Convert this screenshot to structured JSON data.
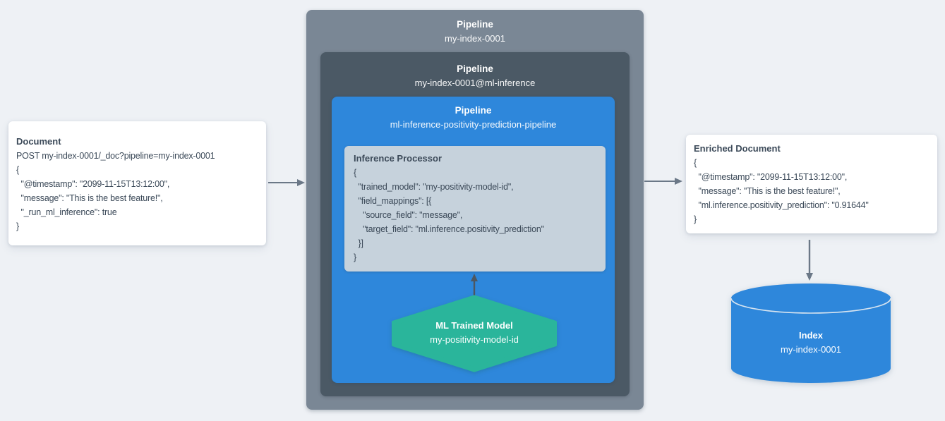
{
  "diagram": {
    "document_card": {
      "title": "Document",
      "lines": [
        "POST my-index-0001/_doc?pipeline=my-index-0001",
        "{",
        "  \"@timestamp\": \"2099-11-15T13:12:00\",",
        "  \"message\": \"This is the best feature!\",",
        "  \"_run_ml_inference\": true",
        "}"
      ]
    },
    "pipeline_outer": {
      "label": "Pipeline",
      "name": "my-index-0001"
    },
    "pipeline_middle": {
      "label": "Pipeline",
      "name": "my-index-0001@ml-inference"
    },
    "pipeline_inner": {
      "label": "Pipeline",
      "name": "ml-inference-positivity-prediction-pipeline"
    },
    "inference_processor": {
      "title": "Inference Processor",
      "lines": [
        "{",
        "  \"trained_model\": \"my-positivity-model-id\",",
        "  \"field_mappings\": [{",
        "    \"source_field\": \"message\",",
        "    \"target_field\": \"ml.inference.positivity_prediction\"",
        "  }]",
        "}"
      ]
    },
    "ml_model": {
      "title": "ML Trained Model",
      "name": "my-positivity-model-id"
    },
    "enriched_card": {
      "title": "Enriched Document",
      "lines": [
        "{",
        "  \"@timestamp\": \"2099-11-15T13:12:00\",",
        "  \"message\": \"This is the best feature!\",",
        "  \"ml.inference.positivity_prediction\": \"0.91644\"",
        "}"
      ]
    },
    "index_cylinder": {
      "label": "Index",
      "name": "my-index-0001"
    },
    "colors": {
      "page_bg": "#eef1f5",
      "card_bg": "#ffffff",
      "pipeline_outer": "#7a8795",
      "pipeline_middle": "#4b5965",
      "pipeline_blue": "#2e87db",
      "processor_bg": "#c6d2dc",
      "model_green": "#2ab59b",
      "index_blue": "#2e87db",
      "cylinder_rim": "#d7e4f0",
      "arrow_gray": "#6b7887",
      "arrow_dark": "#4d5761",
      "text_dark": "#3c4a59"
    }
  }
}
